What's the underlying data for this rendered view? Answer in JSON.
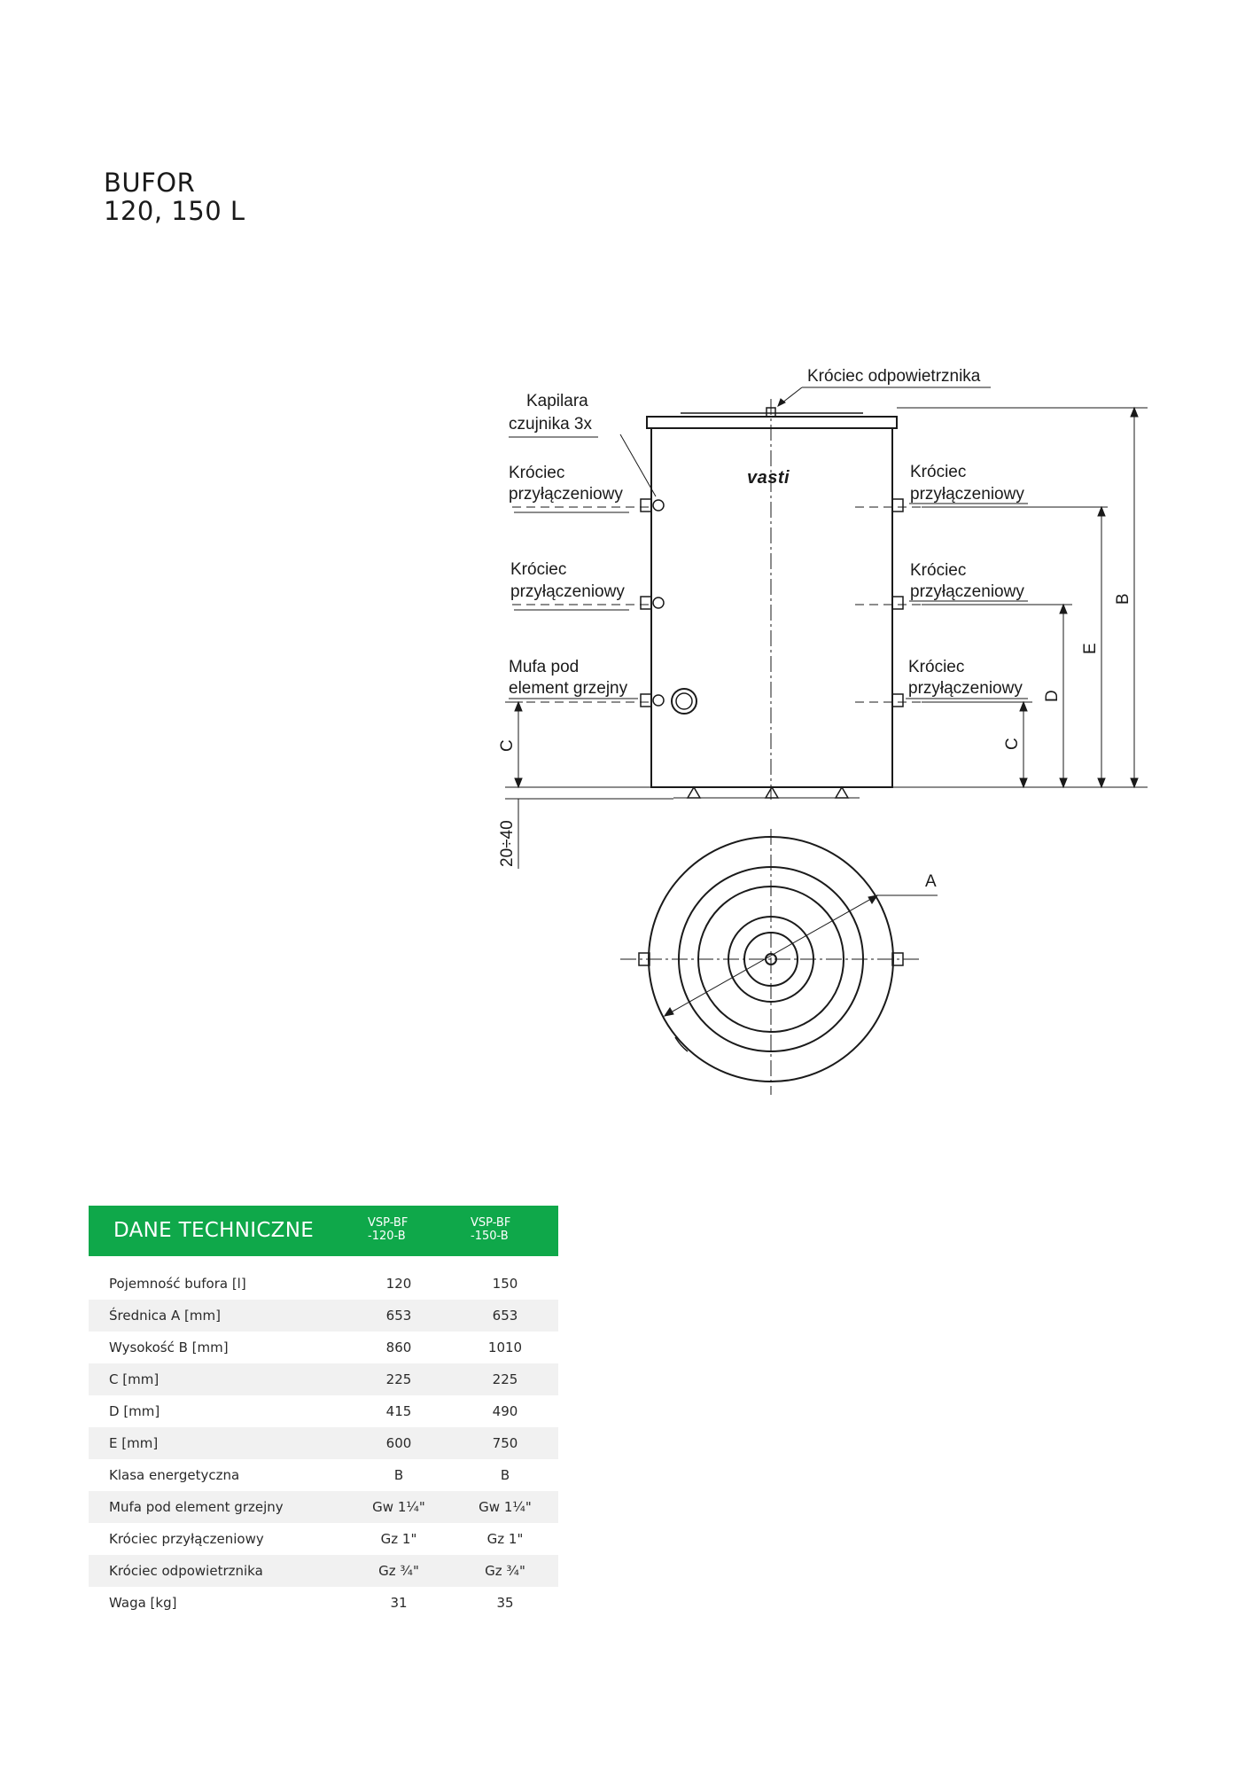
{
  "title": {
    "line1": "BUFOR",
    "line2": "120, 150 L"
  },
  "drawing": {
    "label_vent": "Króciec odpowietrznika",
    "label_capillary_1": "Kapilara",
    "label_capillary_2": "czujnika 3x",
    "label_conn_left_top_1": "Króciec",
    "label_conn_left_top_2": "przyłączeniowy",
    "label_conn_left_mid_1": "Króciec",
    "label_conn_left_mid_2": "przyłączeniowy",
    "label_heater_1": "Mufa pod",
    "label_heater_2": "element grzejny",
    "label_conn_right_top_1": "Króciec",
    "label_conn_right_top_2": "przyłączeniowy",
    "label_conn_right_mid_1": "Króciec",
    "label_conn_right_mid_2": "przyłączeniowy",
    "label_conn_right_bot_1": "Króciec",
    "label_conn_right_bot_2": "przyłączeniowy",
    "brand": "vasti",
    "dim_a": "A",
    "dim_b": "B",
    "dim_c": "C",
    "dim_d": "D",
    "dim_e": "E",
    "dim_feet": "20÷40"
  },
  "table": {
    "header": "DANE TECHNICZNE",
    "col1_line1": "VSP-BF",
    "col1_line2": "-120-B",
    "col2_line1": "VSP-BF",
    "col2_line2": "-150-B",
    "rows": [
      {
        "label": "Pojemność bufora [l]",
        "v1": "120",
        "v2": "150"
      },
      {
        "label": "Średnica A [mm]",
        "v1": "653",
        "v2": "653"
      },
      {
        "label": "Wysokość B [mm]",
        "v1": "860",
        "v2": "1010"
      },
      {
        "label": "C [mm]",
        "v1": "225",
        "v2": "225"
      },
      {
        "label": "D [mm]",
        "v1": "415",
        "v2": "490"
      },
      {
        "label": " E [mm]",
        "v1": "600",
        "v2": "750"
      },
      {
        "label": "Klasa energetyczna",
        "v1": "B",
        "v2": "B"
      },
      {
        "label": "Mufa pod element grzejny",
        "v1": "Gw 1¼\"",
        "v2": "Gw 1¼\""
      },
      {
        "label": "Króciec przyłączeniowy",
        "v1": "Gz 1\"",
        "v2": "Gz 1\""
      },
      {
        "label": "Króciec odpowietrznika",
        "v1": "Gz ¾\"",
        "v2": "Gz ¾\""
      },
      {
        "label": "Waga [kg]",
        "v1": "31",
        "v2": "35"
      }
    ]
  }
}
